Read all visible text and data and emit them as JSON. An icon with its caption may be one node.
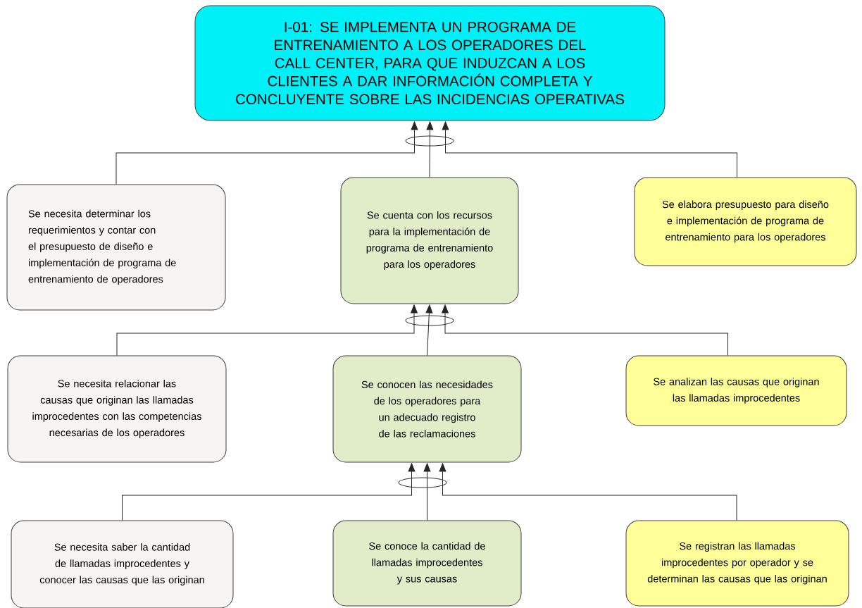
{
  "diagram": {
    "nodes": [
      {
        "text": [
          "I-01: SE IMPLEMENTA UN PROGRAMA DE ENTRENAMIENTO A LOS OPERADORES DEL CALL CENTER, PARA QUE INDUZCAN A LOS CLIENTES A DAR INFORMACIÓN COMPLETA Y CONCLUYENTE SOBRE LAS INCIDENCIAS OPERATIVAS"
        ]
      },
      {
        "text": [
          "Se necesita determinar los requerimientos y contar con el presupuesto de diseño e implementación de programa de entrenamiento de operadores"
        ]
      },
      {
        "text": [
          "Se cuenta con los recursos para la implementación de programa de entrenamiento para los operadores"
        ]
      },
      {
        "text": [
          "Se elabora presupuesto para diseño e implementación de programa de entrenamiento para los operadores"
        ]
      },
      {
        "text": [
          "Se necesita relacionar las causas que originan las llamadas improcedentes con las competencias necesarias de los operadores"
        ]
      },
      {
        "text": [
          "Se conocen las necesidades de los operadores para un adecuado registro de las reclamaciones"
        ]
      },
      {
        "text": [
          "Se analizan las causas que originan las llamadas improcedentes"
        ]
      },
      {
        "text": [
          "Se necesita saber la cantidad de llamadas improcedentes y conocer las causas que las originan"
        ]
      },
      {
        "text": [
          "Se conoce la cantidad de llamadas improcedentes y sus causas"
        ]
      },
      {
        "text": [
          "Se registran las llamadas improcedentes por operador y se determinan las causas que las originan"
        ]
      }
    ],
    "edges": [
      {
        "from": 1,
        "to": 0,
        "arrow": "to"
      },
      {
        "from": 2,
        "to": 0,
        "arrow": "to"
      },
      {
        "from": 3,
        "to": 0,
        "arrow": "to"
      },
      {
        "from": 4,
        "to": 2,
        "arrow": "to"
      },
      {
        "from": 5,
        "to": 2,
        "arrow": "to"
      },
      {
        "from": 6,
        "to": 2,
        "arrow": "to"
      },
      {
        "from": 7,
        "to": 5,
        "arrow": "to"
      },
      {
        "from": 8,
        "to": 5,
        "arrow": "to"
      },
      {
        "from": 9,
        "to": 5,
        "arrow": "to"
      }
    ]
  }
}
